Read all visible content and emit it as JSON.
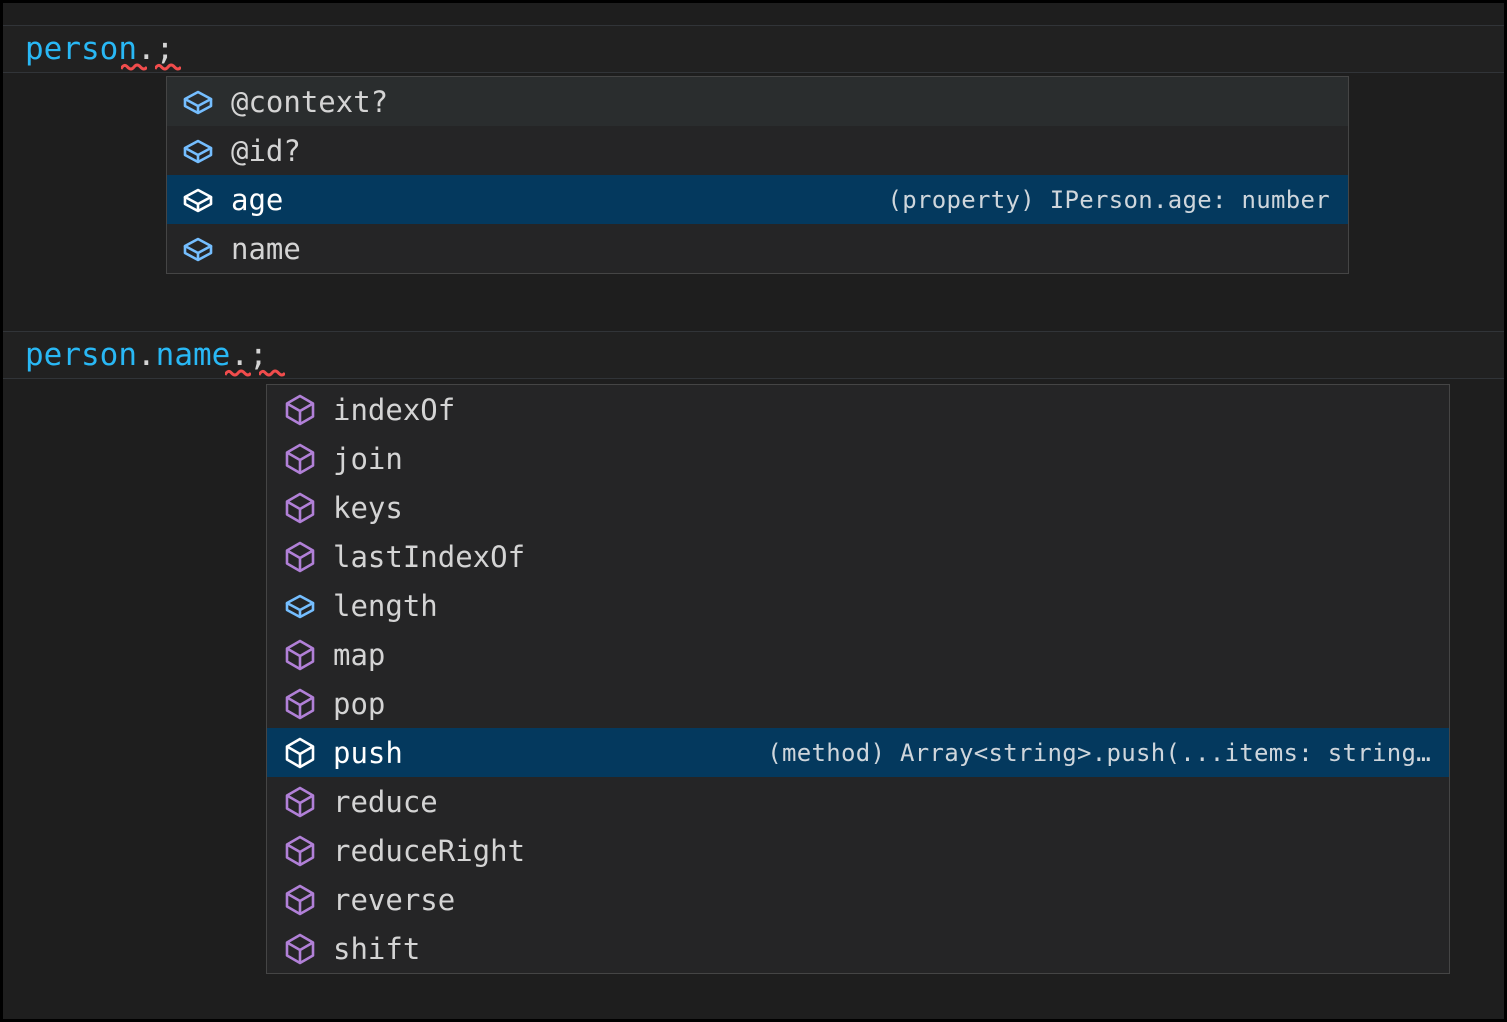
{
  "editor": {
    "theme_colors": {
      "background": "#1e1e1e",
      "line_highlight": "#212121",
      "line_highlight_border": "#313438",
      "identifier": "#29b8f5",
      "punctuation": "#d4d4d4",
      "error_squiggle": "#f14c4c",
      "suggest_background": "#252526",
      "suggest_border": "#454545",
      "suggest_selected": "#04395e",
      "suggest_hover": "#2a2d2e",
      "icon_property": "#75beff",
      "icon_method": "#b180d7",
      "icon_selected": "#ffffff"
    },
    "lines": [
      {
        "name": "line-person",
        "tokens": [
          {
            "text": "person",
            "kind": "identifier"
          },
          {
            "text": ".",
            "kind": "punctuation",
            "error": true
          },
          {
            "text": ";",
            "kind": "punctuation",
            "error": true
          }
        ]
      },
      {
        "name": "line-person-name",
        "tokens": [
          {
            "text": "person",
            "kind": "identifier"
          },
          {
            "text": ".",
            "kind": "punctuation"
          },
          {
            "text": "name",
            "kind": "identifier"
          },
          {
            "text": ".",
            "kind": "punctuation",
            "error": true
          },
          {
            "text": ";",
            "kind": "punctuation",
            "error": true
          }
        ]
      }
    ]
  },
  "suggest_person": {
    "name": "suggest-widget-person",
    "items": [
      {
        "label": "@context?",
        "icon": "property-cube-icon",
        "icon_kind": "property",
        "state": "hover",
        "detail": ""
      },
      {
        "label": "@id?",
        "icon": "property-cube-icon",
        "icon_kind": "property",
        "state": "normal",
        "detail": ""
      },
      {
        "label": "age",
        "icon": "property-cube-icon",
        "icon_kind": "property",
        "state": "selected",
        "detail": "(property) IPerson.age: number"
      },
      {
        "label": "name",
        "icon": "property-cube-icon",
        "icon_kind": "property",
        "state": "normal",
        "detail": ""
      }
    ]
  },
  "suggest_name": {
    "name": "suggest-widget-name",
    "items": [
      {
        "label": "indexOf",
        "icon": "method-cube-icon",
        "icon_kind": "method",
        "state": "normal",
        "detail": ""
      },
      {
        "label": "join",
        "icon": "method-cube-icon",
        "icon_kind": "method",
        "state": "normal",
        "detail": ""
      },
      {
        "label": "keys",
        "icon": "method-cube-icon",
        "icon_kind": "method",
        "state": "normal",
        "detail": ""
      },
      {
        "label": "lastIndexOf",
        "icon": "method-cube-icon",
        "icon_kind": "method",
        "state": "normal",
        "detail": ""
      },
      {
        "label": "length",
        "icon": "property-cube-icon",
        "icon_kind": "property",
        "state": "normal",
        "detail": ""
      },
      {
        "label": "map",
        "icon": "method-cube-icon",
        "icon_kind": "method",
        "state": "normal",
        "detail": ""
      },
      {
        "label": "pop",
        "icon": "method-cube-icon",
        "icon_kind": "method",
        "state": "normal",
        "detail": ""
      },
      {
        "label": "push",
        "icon": "method-cube-icon",
        "icon_kind": "method",
        "state": "selected",
        "detail": "(method) Array<string>.push(...items: string…"
      },
      {
        "label": "reduce",
        "icon": "method-cube-icon",
        "icon_kind": "method",
        "state": "normal",
        "detail": ""
      },
      {
        "label": "reduceRight",
        "icon": "method-cube-icon",
        "icon_kind": "method",
        "state": "normal",
        "detail": ""
      },
      {
        "label": "reverse",
        "icon": "method-cube-icon",
        "icon_kind": "method",
        "state": "normal",
        "detail": ""
      },
      {
        "label": "shift",
        "icon": "method-cube-icon",
        "icon_kind": "method",
        "state": "normal",
        "detail": ""
      }
    ]
  }
}
